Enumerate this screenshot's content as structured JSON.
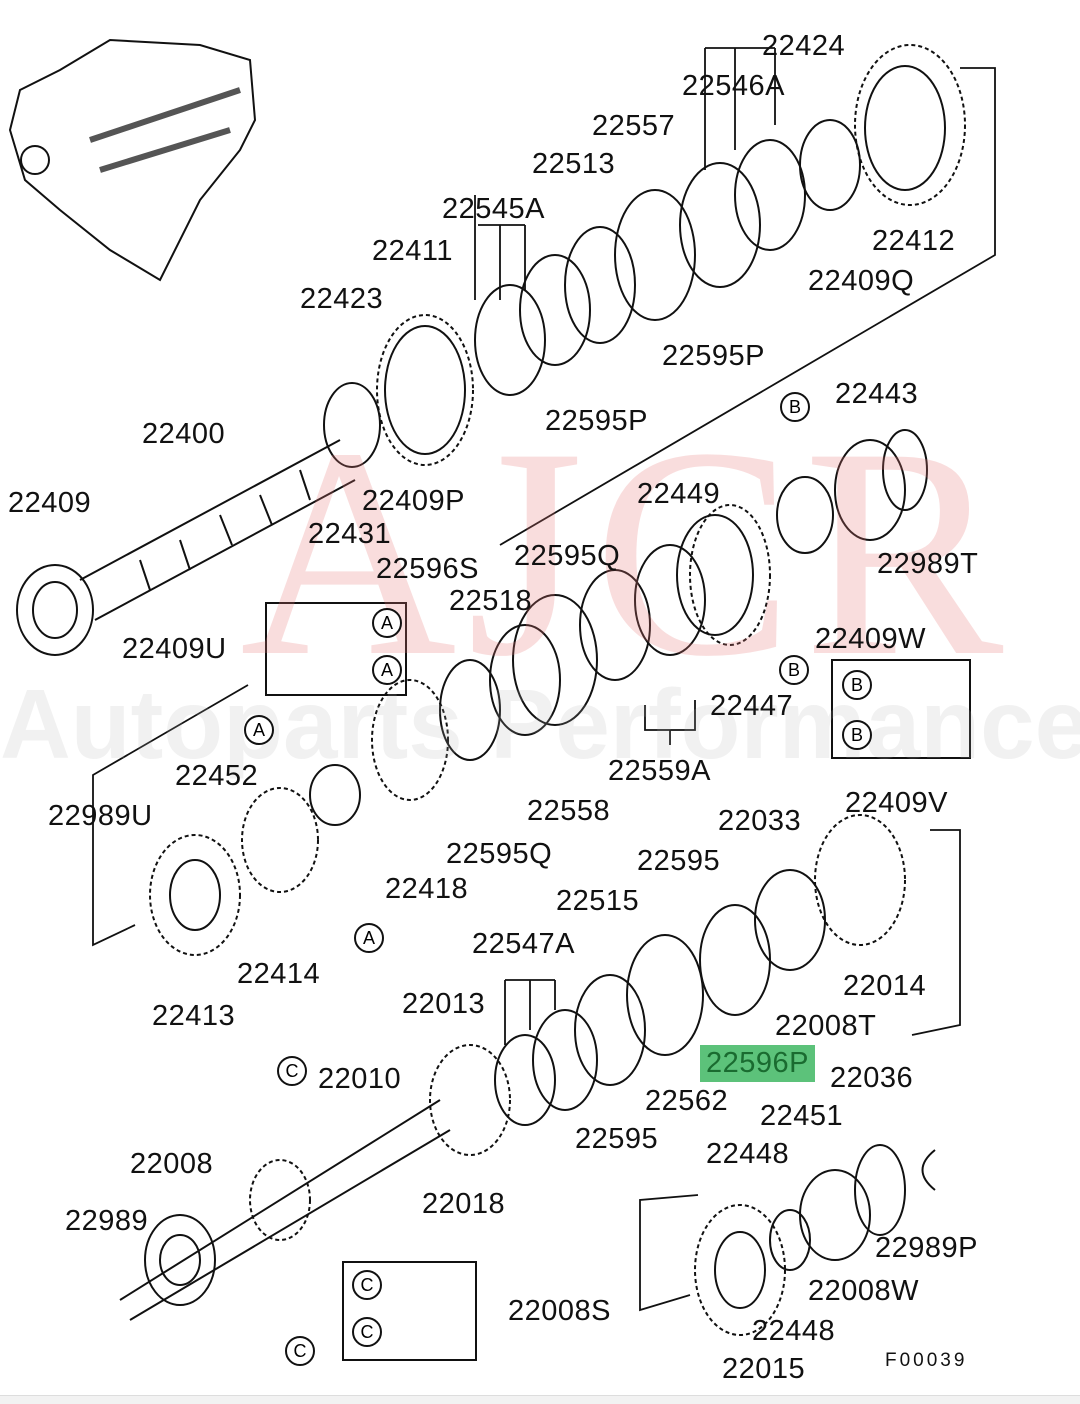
{
  "watermark": {
    "brand": "AJCR",
    "tagline": "Autoparts Performance"
  },
  "highlight_color": "#5cc27a",
  "figure_code": "F00039",
  "highlighted_part": "22596P",
  "labels": [
    "22424",
    "22546A",
    "22557",
    "22513",
    "22545A",
    "22411",
    "22412",
    "22409Q",
    "22423",
    "22400",
    "22595P",
    "22595P",
    "22409",
    "22409P",
    "22431",
    "22443",
    "22449",
    "22989T",
    "22596S",
    "22595Q",
    "22518",
    "22409U",
    "22409W",
    "22447",
    "22559A",
    "22409V",
    "22452",
    "22989U",
    "22558",
    "22595Q",
    "22418",
    "22033",
    "22595",
    "22515",
    "22014",
    "22414",
    "22547A",
    "22008T",
    "22413",
    "22013",
    "22596P",
    "22036",
    "22562",
    "22451",
    "22010",
    "22595",
    "22448",
    "22008",
    "22018",
    "22989",
    "22989P",
    "22008W",
    "22008S",
    "22448",
    "22015"
  ],
  "callouts": [
    "B",
    "B",
    "B",
    "B",
    "A",
    "A",
    "A",
    "A",
    "C",
    "C",
    "C",
    "C"
  ]
}
